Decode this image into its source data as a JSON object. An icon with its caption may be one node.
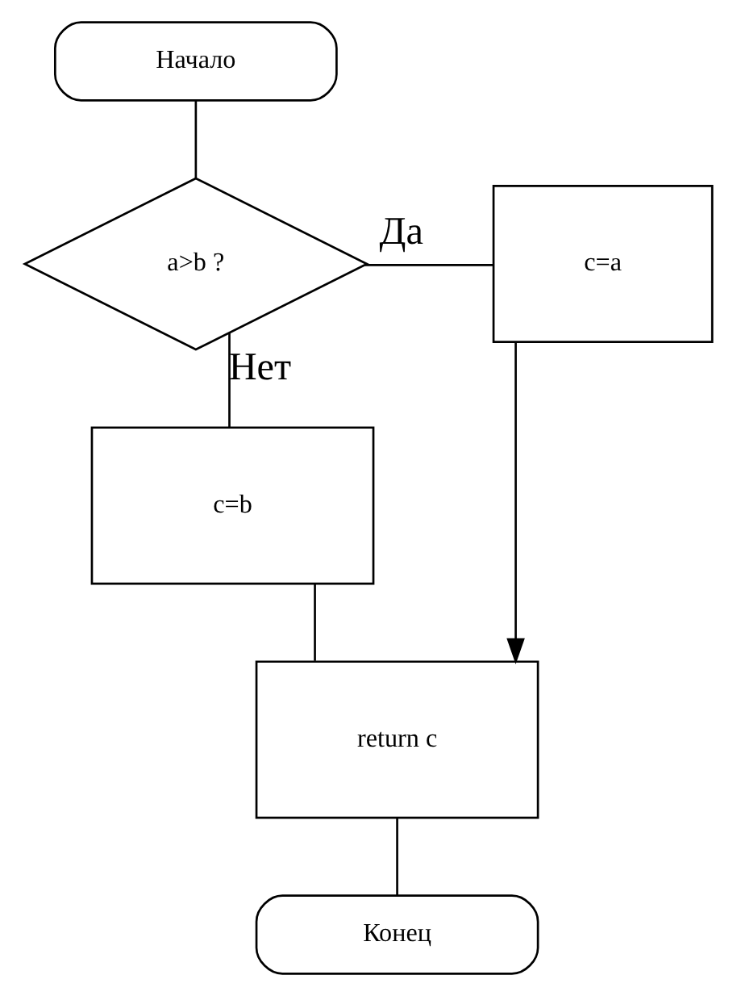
{
  "diagram": {
    "nodes": [
      {
        "text": [
          "Начало"
        ]
      },
      {
        "text": [
          "a>b ?"
        ]
      },
      {
        "text": [
          "c=a"
        ]
      },
      {
        "text": [
          "c=b"
        ]
      },
      {
        "text": [
          "return c"
        ]
      },
      {
        "text": [
          "Конец"
        ]
      }
    ],
    "edges": [
      {
        "from": 0,
        "to": 1,
        "arrow": "none"
      },
      {
        "from": 1,
        "to": 2,
        "arrow": "none",
        "label": "Да"
      },
      {
        "from": 1,
        "to": 3,
        "arrow": "none",
        "label": "Нет"
      },
      {
        "from": 3,
        "to": 4,
        "arrow": "none"
      },
      {
        "from": 2,
        "to": 4,
        "arrow": "to"
      },
      {
        "from": 4,
        "to": 5,
        "arrow": "none"
      }
    ]
  }
}
